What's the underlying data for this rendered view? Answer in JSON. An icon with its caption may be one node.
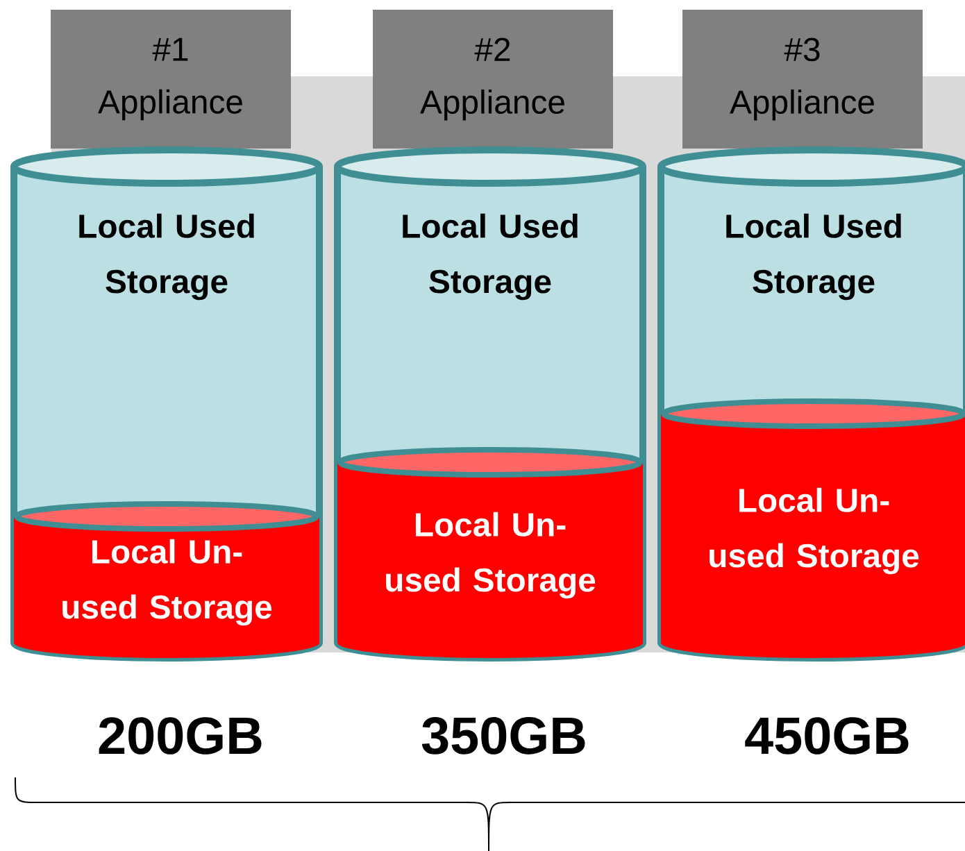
{
  "diagram": {
    "nodes": [
      {
        "text": [
          "#1 Appliance"
        ]
      },
      {
        "text": [
          "#2 Appliance"
        ]
      },
      {
        "text": [
          "#3 Appliance"
        ]
      },
      {
        "text": [
          "Local Used Storage"
        ],
        "beside": [
          "200GB"
        ]
      },
      {
        "text": [
          "Local Un- used Storage"
        ],
        "in": 3
      },
      {
        "text": [
          "Local Used Storage"
        ],
        "beside": [
          "350GB"
        ]
      },
      {
        "text": [
          "Local Un- used Storage"
        ],
        "in": 5
      },
      {
        "text": [
          "Local Used Storage"
        ],
        "beside": [
          "450GB"
        ]
      },
      {
        "text": [
          "Local Un- used Storage"
        ],
        "in": 7
      }
    ]
  }
}
